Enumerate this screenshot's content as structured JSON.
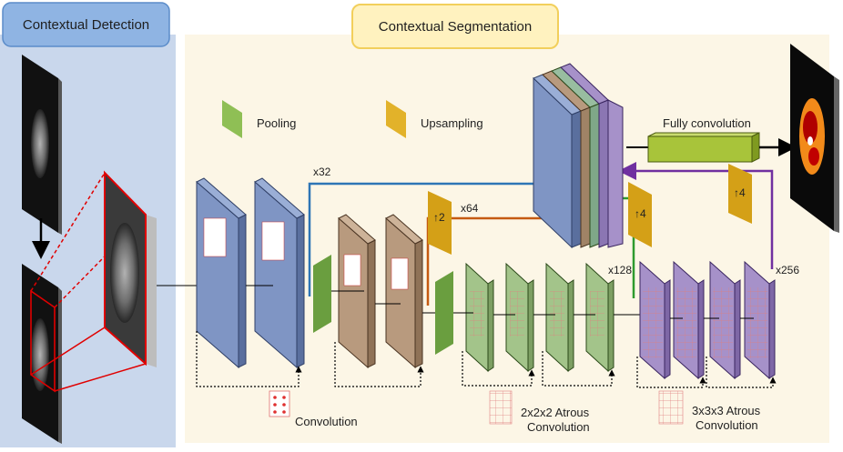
{
  "sections": {
    "detection_title": "Contextual Detection",
    "segmentation_title": "Contextual Segmentation"
  },
  "legend": {
    "pooling": "Pooling",
    "upsampling": "Upsampling",
    "convolution": "Convolution",
    "atrous2_line1": "2x2x2 Atrous",
    "atrous2_line2": "Convolution",
    "atrous3_line1": "3x3x3 Atrous",
    "atrous3_line2": "Convolution"
  },
  "labels": {
    "x32": "x32",
    "x64": "x64",
    "x128": "x128",
    "x256": "x256",
    "up2": "↑2",
    "up4a": "↑4",
    "up4b": "↑4",
    "fully_conv": "Fully convolution"
  },
  "colors": {
    "detection_bg": "#c9d7ec",
    "segmentation_bg": "#fcf6e6",
    "blue_block": "#7f95c4",
    "brown_block": "#b89a7e",
    "green_block": "#a3c48a",
    "purple_block": "#a691c9",
    "pool": "#6a9e3f",
    "upsample": "#d4a017",
    "skip_blue": "#2e75b6",
    "skip_orange": "#c55a11",
    "skip_green": "#2e9a2e",
    "skip_purple": "#7030a0"
  }
}
